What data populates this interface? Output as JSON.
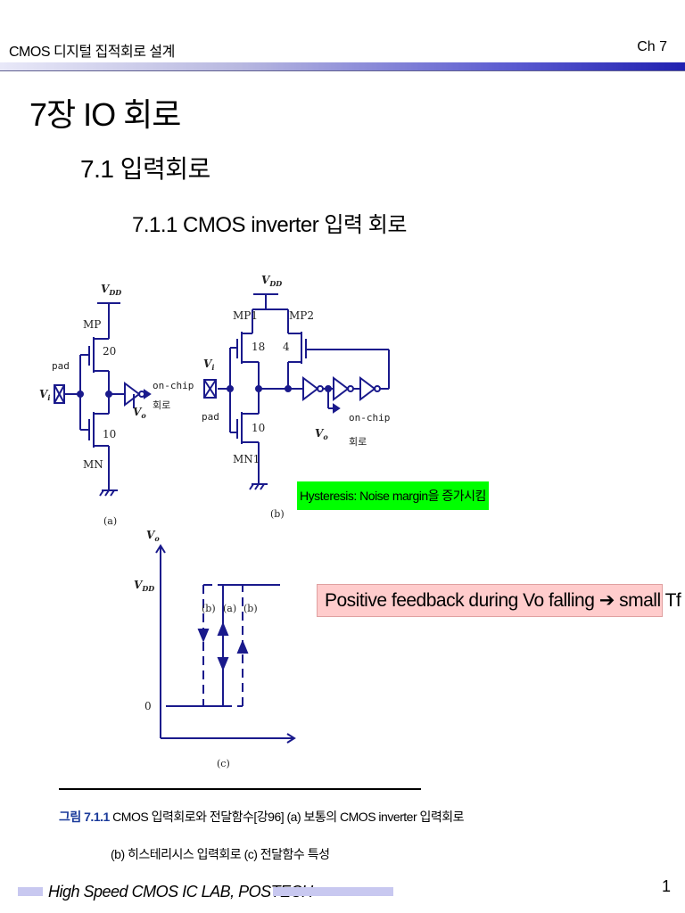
{
  "header": {
    "course_title": "CMOS 디지털 집적회로 설계",
    "chapter": "Ch 7"
  },
  "title": {
    "chapter_title": "7장  IO 회로",
    "section": "7.1  입력회로",
    "subsection": "7.1.1  CMOS inverter 입력 회로"
  },
  "figure": {
    "circuit_a": {
      "vdd": "V",
      "vdd_sub": "DD",
      "mp": "MP",
      "mp_w": "20",
      "mn": "MN",
      "mn_w": "10",
      "pad": "pad",
      "vi": "V",
      "vi_sub": "i",
      "vo": "V",
      "vo_sub": "o",
      "onchip": "on-chip",
      "circuit": "회로",
      "label": "(a)"
    },
    "circuit_b": {
      "vdd": "V",
      "vdd_sub": "DD",
      "mp1": "MP1",
      "mp2": "MP2",
      "mp1_w": "18",
      "mp2_w": "4",
      "mn1": "MN1",
      "mn1_w": "10",
      "pad": "pad",
      "vi": "V",
      "vi_sub": "i",
      "vo": "V",
      "vo_sub": "o",
      "onchip": "on-chip",
      "circuit": "회로",
      "label": "(b)"
    },
    "plot_c": {
      "y_axis": "V",
      "y_axis_sub": "o",
      "vdd": "V",
      "vdd_sub": "DD",
      "zero": "0",
      "curve_b_left": "(b)",
      "curve_a": "(a)",
      "curve_b_right": "(b)",
      "label": "(c)"
    }
  },
  "notes": {
    "hysteresis": "Hysteresis: Noise margin을 증가시킴",
    "feedback": "Positive feedback during Vo falling ➔ small Tf"
  },
  "caption": {
    "label": "그림 7.1.1",
    "line1": " CMOS 입력회로와 전달함수[강96]  (a) 보통의 CMOS inverter 입력회로",
    "line2": "(b) 히스테리시스 입력회로  (c) 전달함수 특성"
  },
  "footer": {
    "lab": "High Speed CMOS IC LAB, POSTECH",
    "page": "1"
  },
  "colors": {
    "circuit_wire": "#1a1a8c",
    "caption_label": "#1a3a9a",
    "green_note": "#00ff00",
    "pink_note": "#ffcccc"
  }
}
